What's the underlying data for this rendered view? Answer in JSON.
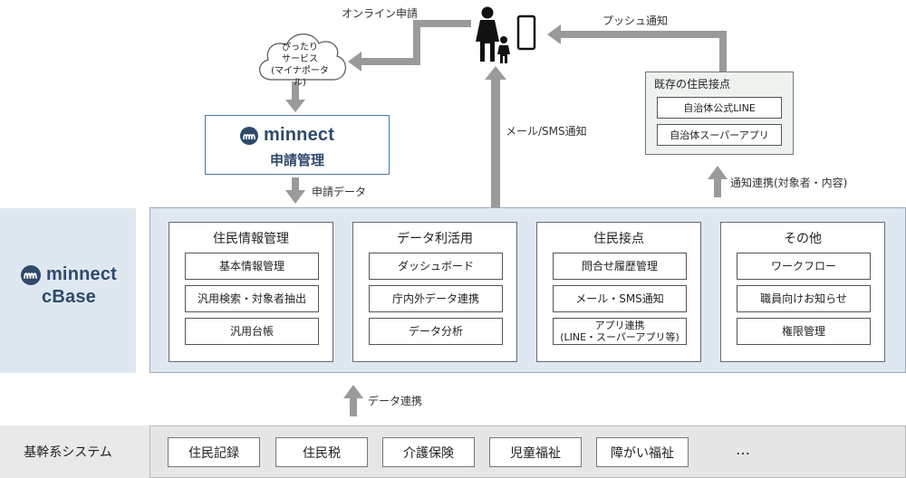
{
  "top": {
    "cloud_lines": [
      "ぴったり",
      "サービス",
      "(マイナポータル)"
    ],
    "online_apply": "オンライン申請",
    "push": "プッシュ通知",
    "mail_sms": "メール/SMS通知",
    "apply_data": "申請データ",
    "notify_link": "通知連携(対象者・内容)",
    "data_link": "データ連携"
  },
  "minnect_box": {
    "brand": "minnect",
    "subtitle": "申請管理"
  },
  "resident_box": {
    "title": "既存の住民接点",
    "items": [
      "自治体公式LINE",
      "自治体スーパーアプリ"
    ]
  },
  "cbase": {
    "brand": "minnect",
    "name": "cBase"
  },
  "modules": [
    {
      "title": "住民情報管理",
      "items": [
        "基本情報管理",
        "汎用検索・対象者抽出",
        "汎用台帳"
      ]
    },
    {
      "title": "データ利活用",
      "items": [
        "ダッシュボード",
        "庁内外データ連携",
        "データ分析"
      ]
    },
    {
      "title": "住民接点",
      "items": [
        "問合せ履歴管理",
        "メール・SMS通知",
        "アプリ連携",
        "(LINE・スーパーアプリ等)"
      ]
    },
    {
      "title": "その他",
      "items": [
        "ワークフロー",
        "職員向けお知らせ",
        "権限管理"
      ]
    }
  ],
  "core": {
    "label": "基幹系システム",
    "systems": [
      "住民記録",
      "住民税",
      "介護保険",
      "児童福祉",
      "障がい福祉"
    ],
    "more": "…"
  },
  "colors": {
    "band": "#dfe8f1",
    "brand": "#2e4a6b",
    "arrow": "#9a9a9a",
    "box_border": "#4a7aa8"
  }
}
